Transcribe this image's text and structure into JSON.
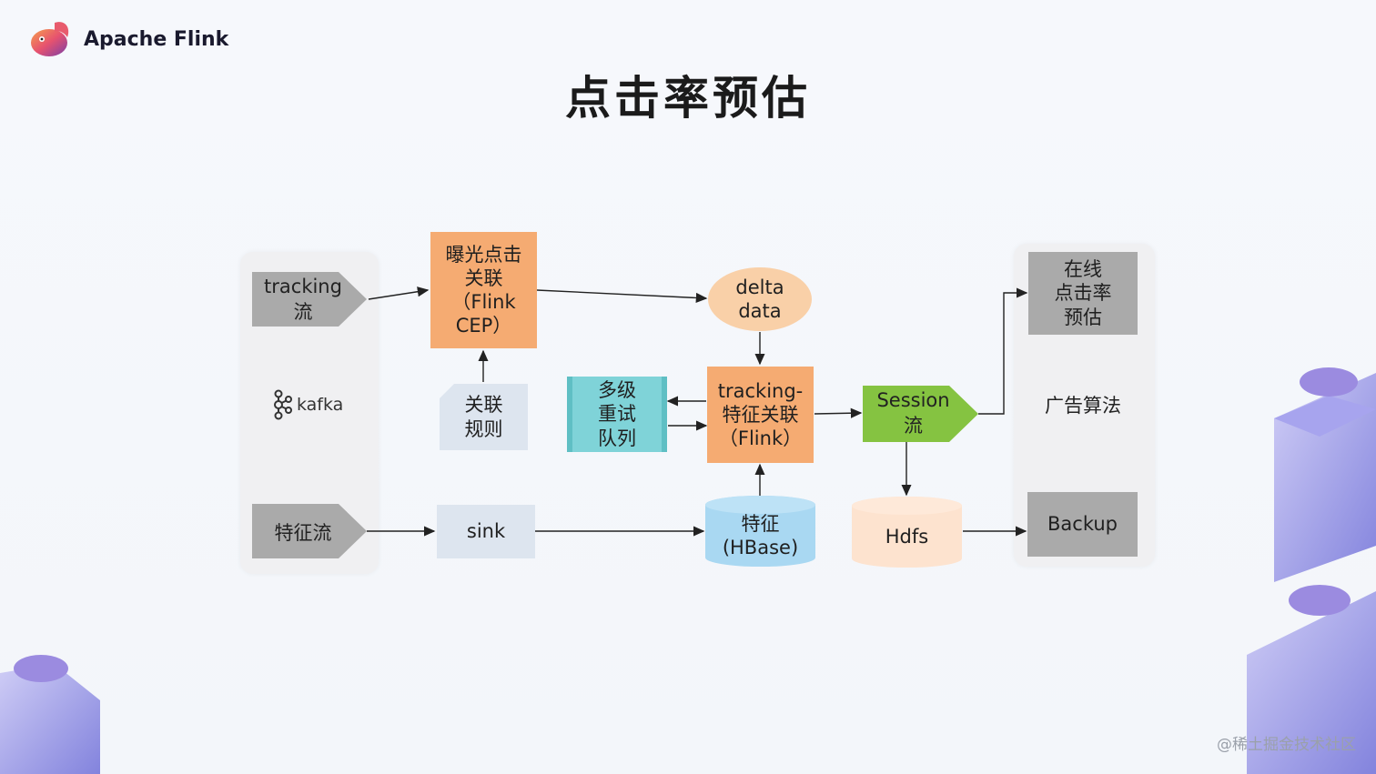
{
  "brand": {
    "name": "Apache Flink",
    "icon": "flink-squirrel-logo"
  },
  "title": "点击率预估",
  "nodes": {
    "tracking_stream": "tracking\n流",
    "kafka": "kafka",
    "feature_stream": "特征流",
    "exposure_click_join": "曝光点击\n关联\n（Flink\nCEP）",
    "join_rules": "关联\n规则",
    "sink": "sink",
    "delta_data": "delta\ndata",
    "retry_queue": "多级\n重试\n队列",
    "tracking_feature_join": "tracking-\n特征关联\n（Flink）",
    "feature_hbase": "特征\n(HBase)",
    "session_stream": "Session\n流",
    "hdfs": "Hdfs",
    "online_ctr": "在线\n点击率\n预估",
    "ad_algorithm": "广告算法",
    "backup": "Backup"
  },
  "colors": {
    "orange": "#f5ab72",
    "gray": "#aaaaaa",
    "light_blue_gray": "#dde5ef",
    "teal": "#7fd3d8",
    "green": "#85c341",
    "peach": "#f9d0a8",
    "sky": "#a9d8f2",
    "hdfs_peach": "#fde3cf"
  },
  "watermark": "@稀土掘金技术社区"
}
